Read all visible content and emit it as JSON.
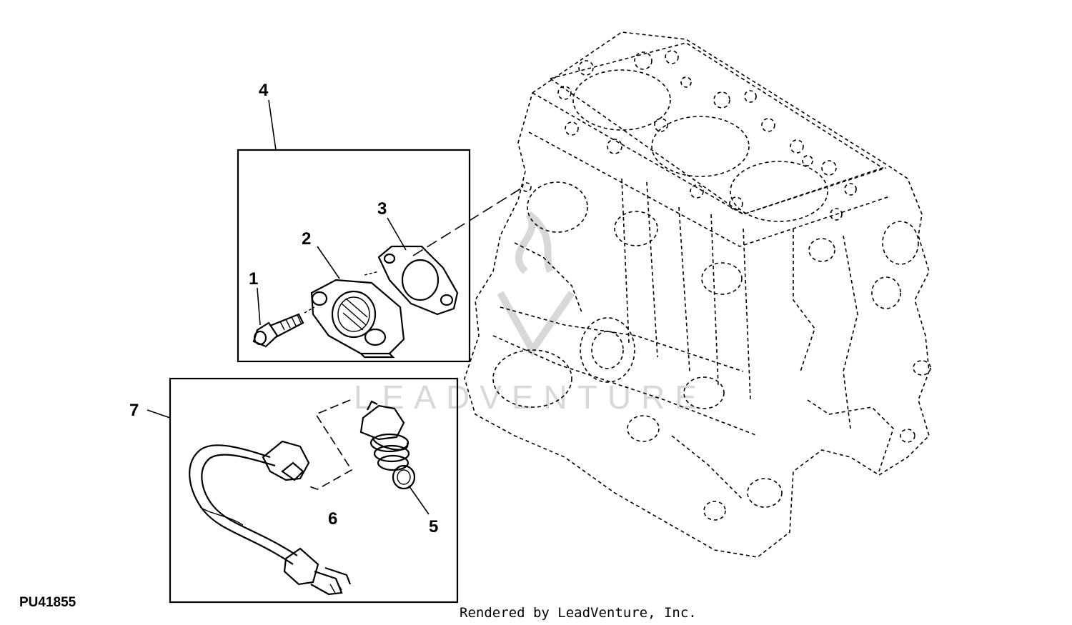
{
  "diagram": {
    "callouts": [
      {
        "id": "callout-1",
        "label": "1"
      },
      {
        "id": "callout-2",
        "label": "2"
      },
      {
        "id": "callout-3",
        "label": "3"
      },
      {
        "id": "callout-4",
        "label": "4"
      },
      {
        "id": "callout-5",
        "label": "5"
      },
      {
        "id": "callout-6",
        "label": "6"
      },
      {
        "id": "callout-7",
        "label": "7"
      }
    ],
    "figure_id": "PU41855",
    "credit": "Rendered by LeadVenture, Inc.",
    "watermark": "LEADVENTURE"
  }
}
